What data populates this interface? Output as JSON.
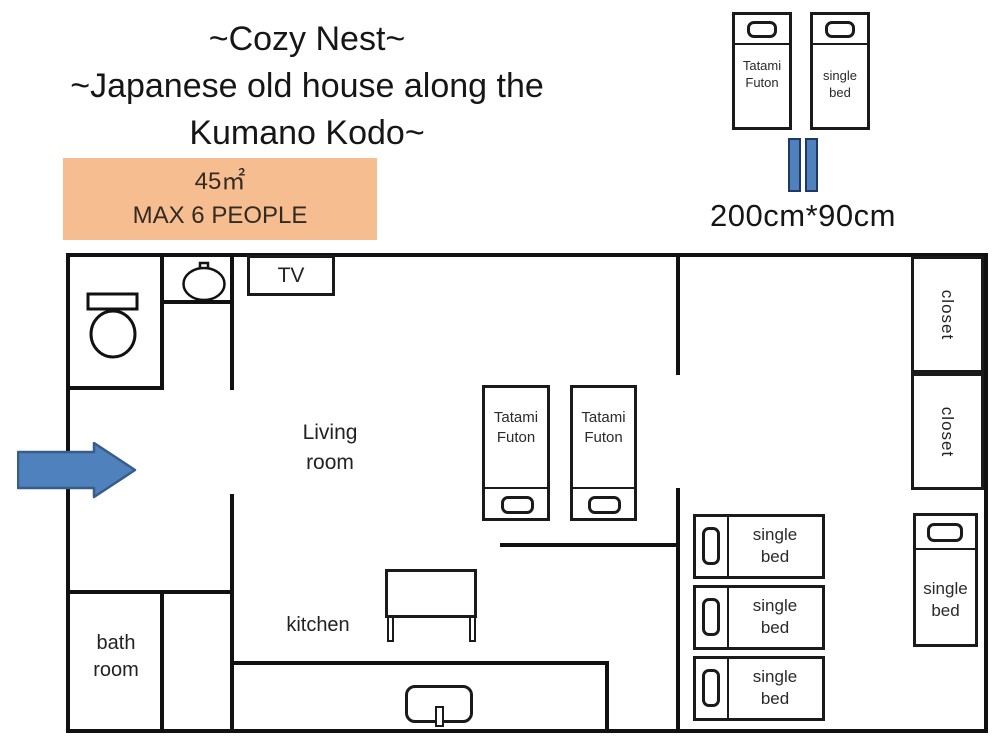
{
  "title": {
    "line1": "~Cozy Nest~",
    "line2": "~Japanese old house along the",
    "line3": "Kumano Kodo~"
  },
  "info_box": {
    "area": "45㎡",
    "capacity": "MAX 6 PEOPLE"
  },
  "legend": {
    "futon": {
      "line1": "Tatami",
      "line2": "Futon"
    },
    "single": {
      "line1": "single",
      "line2": "bed"
    },
    "dimensions": "200cm*90cm"
  },
  "plan": {
    "rooms": {
      "living": {
        "line1": "Living",
        "line2": "room"
      },
      "kitchen": "kitchen",
      "bath": {
        "line1": "bath",
        "line2": "room"
      },
      "tv": "TV",
      "closet_top": "closet",
      "closet_bottom": "closet"
    },
    "beds": {
      "futon": {
        "line1": "Tatami",
        "line2": "Futon"
      },
      "single": {
        "line1": "single",
        "line2": "bed"
      }
    }
  },
  "colors": {
    "wall": "#111111",
    "info_bg": "#F6BE90",
    "arrow_fill": "#4F81BD",
    "arrow_stroke": "#385D8A",
    "bar_fill": "#4F81BD",
    "bar_stroke": "#1F3864"
  }
}
